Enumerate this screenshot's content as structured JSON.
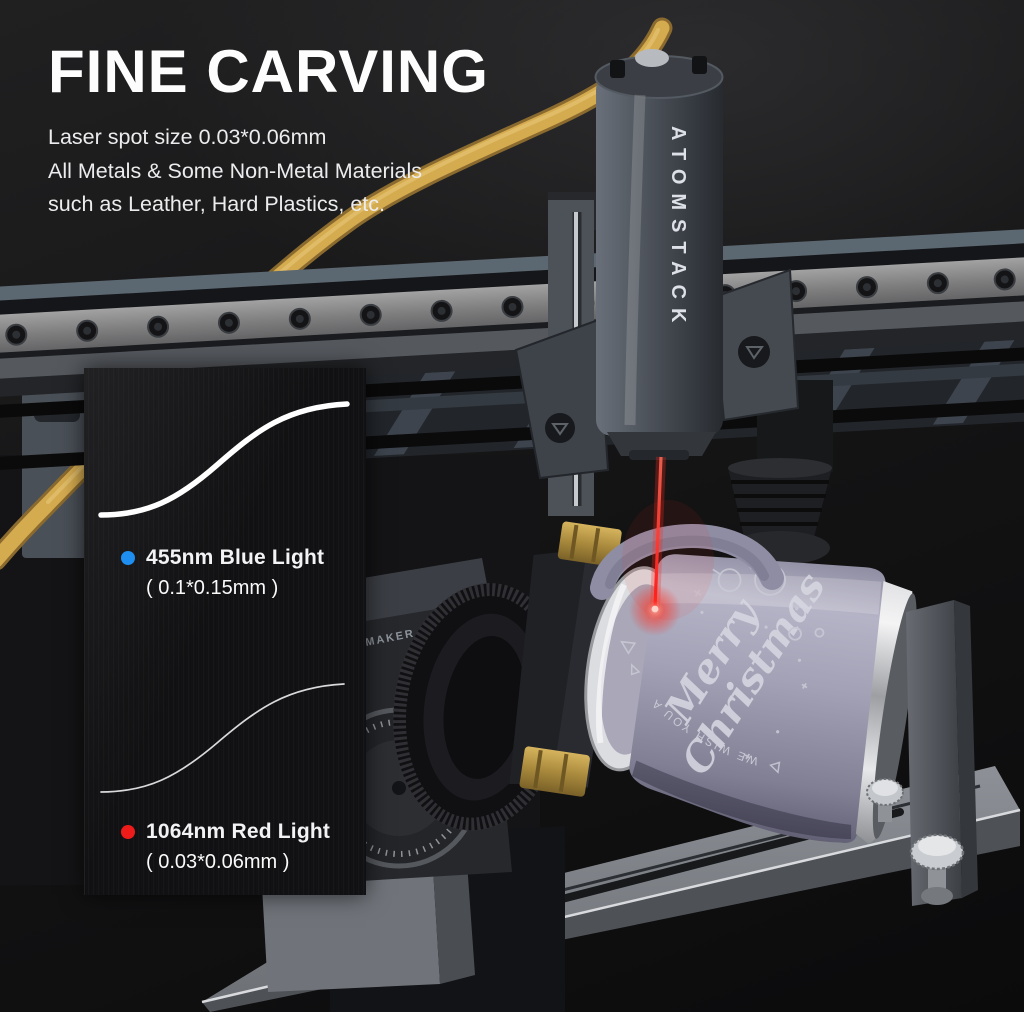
{
  "headline": {
    "title": "FINE CARVING",
    "line1": "Laser spot size 0.03*0.06mm",
    "line2": "All Metals & Some Non-Metal Materials",
    "line3": "such as Leather, Hard Plastics, etc."
  },
  "panel": {
    "legend": [
      {
        "label": "455nm Blue Light",
        "size": "( 0.1*0.15mm )",
        "dot_color": "#1e8ff0"
      },
      {
        "label": "1064nm Red Light",
        "size": "( 0.03*0.06mm )",
        "dot_color": "#ee1b1b"
      }
    ]
  },
  "machine": {
    "module_brand": "ATOMSTACK",
    "rotary_brand": "MAKER"
  },
  "engraving": {
    "banner": "WE WISH YOU A",
    "word1": "Merry",
    "word2": "Christmas"
  },
  "colors": {
    "laser_beam": "#ff2020",
    "fiber_cable": "#d2a94f",
    "tumbler": "#a09eb3",
    "accent_blue": "#1e8ff0",
    "accent_red": "#ee1b1b",
    "background": "#131314"
  }
}
